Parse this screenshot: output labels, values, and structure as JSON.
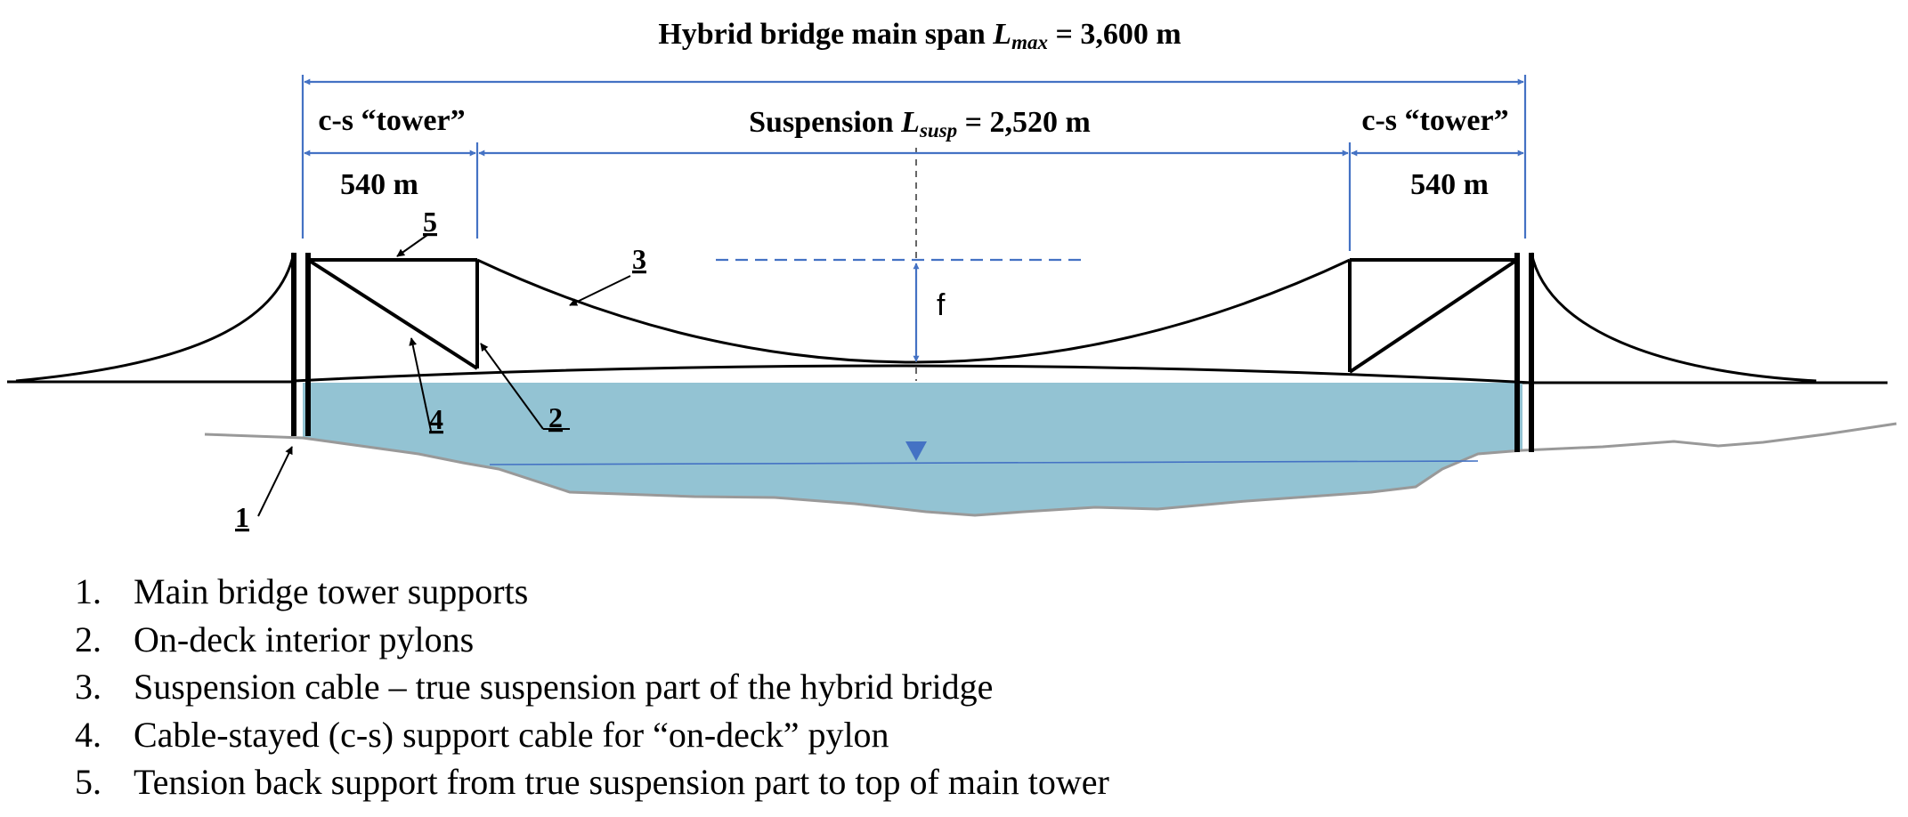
{
  "title": {
    "prefix": "Hybrid bridge main span ",
    "var": "L",
    "sub": "max",
    "suffix": " = 3,600 m"
  },
  "suspension": {
    "prefix": "Suspension ",
    "var": "L",
    "sub": "susp",
    "suffix": " = 2,520 m"
  },
  "cs_tower_label": "c-s “tower”",
  "cs_length_label": "540 m",
  "sag_label": "f",
  "callouts": {
    "one": "1",
    "two": "2",
    "three": "3",
    "four": "4",
    "five": "5"
  },
  "legend": [
    {
      "num": "1.",
      "text": "Main bridge tower supports"
    },
    {
      "num": "2.",
      "text": "On-deck interior pylons"
    },
    {
      "num": "3.",
      "text": "Suspension cable – true suspension part of the hybrid bridge"
    },
    {
      "num": "4.",
      "text": "Cable-stayed (c-s) support cable for “on-deck” pylon"
    },
    {
      "num": "5.",
      "text": "Tension back support from true suspension part to top of main tower"
    }
  ],
  "colors": {
    "water": "#93c3d3",
    "dimension": "#4472c4",
    "structure": "#000000",
    "ground": "#999999"
  }
}
